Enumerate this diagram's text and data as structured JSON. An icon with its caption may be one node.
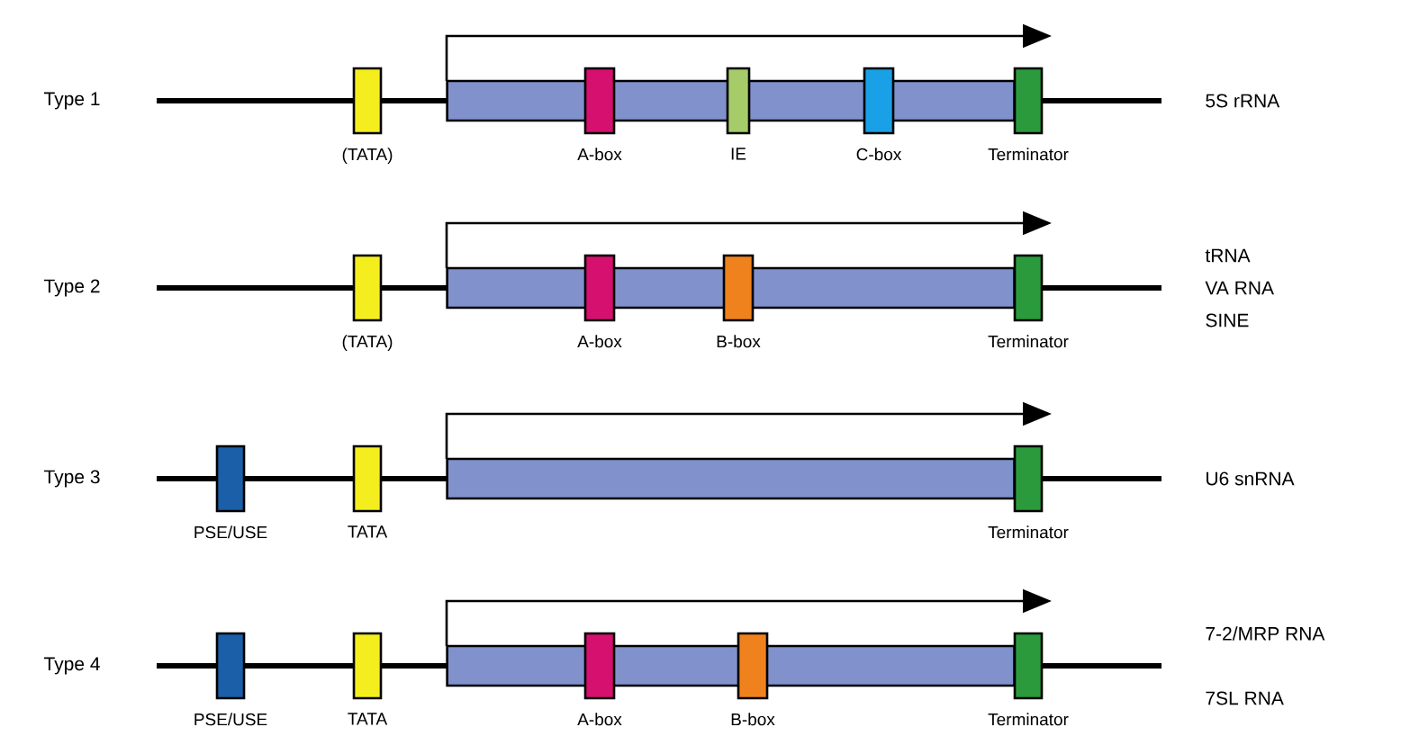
{
  "diagram": {
    "nodes": [
      {
        "text": [
          "(TATA)"
        ]
      },
      {
        "text": [
          "A-box"
        ]
      },
      {
        "text": [
          "IE"
        ]
      },
      {
        "text": [
          "C-box"
        ]
      },
      {
        "text": [
          "Terminator"
        ]
      },
      {
        "text": [
          "(TATA)"
        ]
      },
      {
        "text": [
          "A-box"
        ]
      },
      {
        "text": [
          "B-box"
        ]
      },
      {
        "text": [
          "Terminator"
        ]
      },
      {
        "text": [
          "PSE/USE"
        ]
      },
      {
        "text": [
          "TATA"
        ]
      },
      {
        "text": [
          "Terminator"
        ]
      },
      {
        "text": [
          "PSE/USE"
        ]
      },
      {
        "text": [
          "TATA"
        ]
      },
      {
        "text": [
          "A-box"
        ]
      },
      {
        "text": [
          "B-box"
        ]
      },
      {
        "text": [
          "Terminator"
        ]
      },
      {
        "text": [],
        "shape": "bar"
      },
      {
        "text": [],
        "shape": "bar"
      },
      {
        "text": [],
        "shape": "bar"
      },
      {
        "text": [],
        "shape": "bar"
      }
    ],
    "labels": [
      "Type 1",
      "5S rRNA",
      "Type 2",
      "tRNA",
      "VA RNA",
      "SINE",
      "Type 3",
      "U6 snRNA",
      "Type 4",
      "7-2/MRP RNA",
      "7SL RNA"
    ]
  }
}
